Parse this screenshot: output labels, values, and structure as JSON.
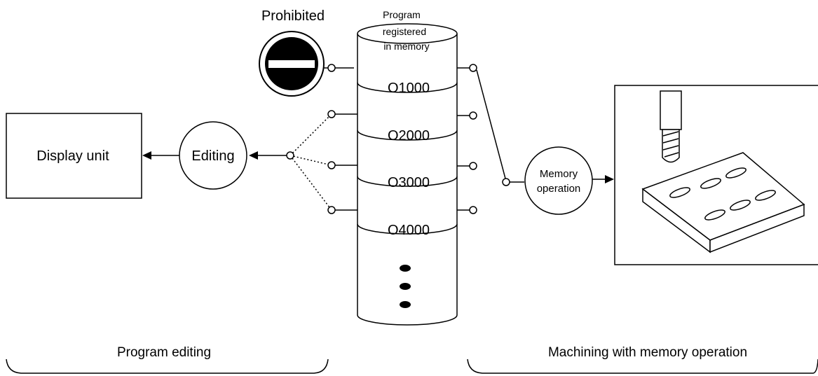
{
  "labels": {
    "prohibited": "Prohibited",
    "memory_line1": "Program",
    "memory_line2": "registered",
    "memory_line3": "in memory",
    "display_unit": "Display unit",
    "editing": "Editing",
    "memory_op_line1": "Memory",
    "memory_op_line2": "operation",
    "bottom_left": "Program editing",
    "bottom_right": "Machining with memory operation"
  },
  "programs": [
    "O1000",
    "O2000",
    "O3000",
    "O4000"
  ],
  "colors": {
    "stroke": "#000000",
    "background": "#ffffff",
    "prohibited_sign": "#000000"
  },
  "icons": {
    "prohibited": "no-entry-sign-icon",
    "machine": "drill-and-workpiece-icon"
  }
}
